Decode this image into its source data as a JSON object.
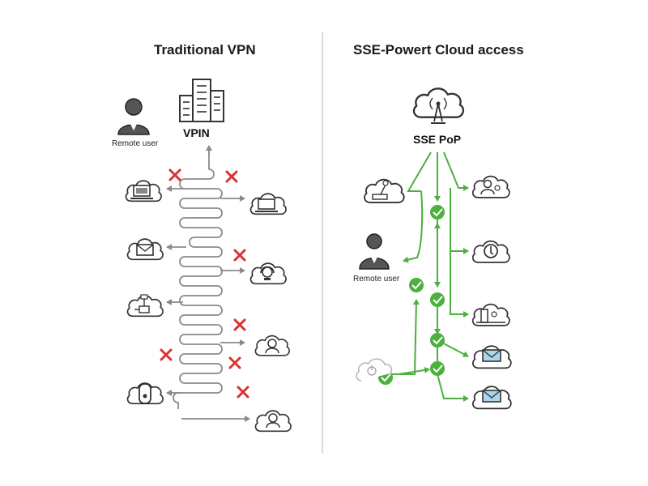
{
  "left_panel": {
    "title": "Traditional VPN",
    "vpn_label": "VPIN",
    "remote_user_label": "Remote user"
  },
  "right_panel": {
    "title": "SSE-Powert Cloud access",
    "pop_label": "SSE PoP",
    "remote_user_label": "Remote user"
  },
  "colors": {
    "grey_path": "#8a8a8a",
    "red_x": "#d9322b",
    "green": "#4caf3e",
    "icon_stroke": "#333333",
    "divider": "#cfcfcf"
  },
  "icons": {
    "left": [
      "building-icon",
      "person-icon",
      "cloud-laptop-icon",
      "cloud-laptop-icon",
      "cloud-mail-icon",
      "cloud-headset-icon",
      "cloud-network-icon",
      "cloud-support-icon",
      "cloud-lock-icon",
      "cloud-agent-icon"
    ],
    "right": [
      "cloud-tower-icon",
      "cloud-network-icon",
      "cloud-users-icon",
      "person-icon",
      "cloud-shield-icon",
      "cloud-desk-icon",
      "cloud-mail-icon",
      "cloud-mail-icon",
      "cloud-power-icon"
    ]
  }
}
